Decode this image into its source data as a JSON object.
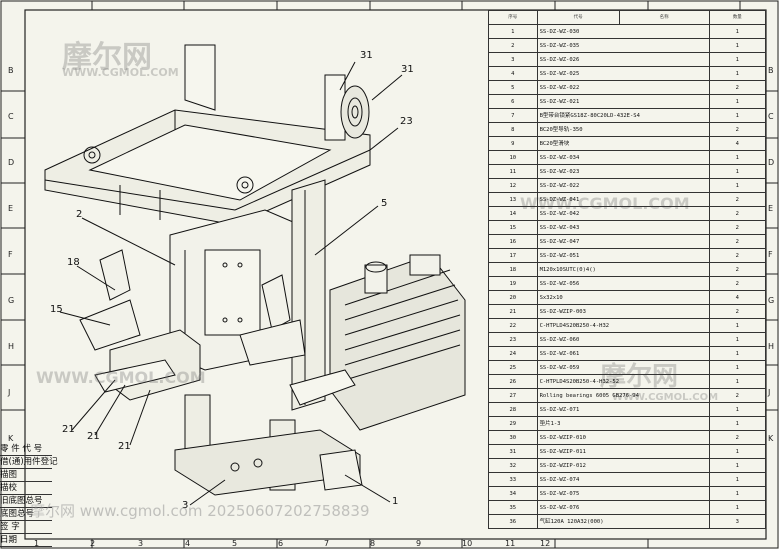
{
  "zones_top": [
    "1",
    "2",
    "3",
    "4",
    "5",
    "6",
    "7",
    "8",
    "9",
    "10",
    "11",
    "12"
  ],
  "zones_side": [
    "B",
    "C",
    "D",
    "E",
    "F",
    "G",
    "H",
    "J",
    "K"
  ],
  "callouts": [
    "31",
    "31",
    "23",
    "2",
    "5",
    "18",
    "15",
    "21",
    "21",
    "21",
    "3",
    "1"
  ],
  "title_block": [
    "零 件 代 号",
    "借(通)用件登记",
    "描图",
    "描校",
    "旧底图总号",
    "底图总号",
    "签 字",
    "日期"
  ],
  "watermarks": {
    "logo": "摩尔网",
    "site": "WWW.CGMOL.COM",
    "footer": "摩尔网  www.cgmol.com  20250607202758839"
  },
  "bom": {
    "header": [
      "序号",
      "代号",
      "名称",
      "数量"
    ],
    "rows": [
      [
        "1",
        "SS-DZ-WZ-030",
        "1"
      ],
      [
        "2",
        "SS-DZ-WZ-035",
        "1"
      ],
      [
        "3",
        "SS-DZ-WZ-026",
        "1"
      ],
      [
        "4",
        "SS-DZ-WZ-025",
        "1"
      ],
      [
        "5",
        "SS-DZ-WZ-022",
        "2"
      ],
      [
        "6",
        "SS-DZ-WZ-021",
        "1"
      ],
      [
        "7",
        "B型带台锁紧GS18Z-80C20LD-432E-S4",
        "1"
      ],
      [
        "8",
        "BC20型导轨-350",
        "2"
      ],
      [
        "9",
        "BC20型滑块",
        "4"
      ],
      [
        "10",
        "SS-DZ-WZ-034",
        "1"
      ],
      [
        "11",
        "SS-DZ-WZ-023",
        "1"
      ],
      [
        "12",
        "SS-DZ-WZ-022",
        "1"
      ],
      [
        "13",
        "SS-DZ-WZ-041",
        "2"
      ],
      [
        "14",
        "SS-DZ-WZ-042",
        "2"
      ],
      [
        "15",
        "SS-DZ-WZ-043",
        "2"
      ],
      [
        "16",
        "SS-DZ-WZ-047",
        "2"
      ],
      [
        "17",
        "SS-DZ-WZ-051",
        "2"
      ],
      [
        "18",
        "M120x10SUTC(0)4()",
        "2"
      ],
      [
        "19",
        "SS-DZ-WZ-056",
        "2"
      ],
      [
        "20",
        "Sx32x10",
        "4"
      ],
      [
        "21",
        "SS-DZ-WZIP-003",
        "2"
      ],
      [
        "22",
        "C-HTPLD4S20B250-4-H32",
        "1"
      ],
      [
        "23",
        "SS-DZ-WZ-060",
        "1"
      ],
      [
        "24",
        "SS-DZ-WZ-061",
        "1"
      ],
      [
        "25",
        "SS-DZ-WZ-059",
        "1"
      ],
      [
        "26",
        "C-HTPLD4S20B250-4-H32-52",
        "1"
      ],
      [
        "27",
        "Rolling bearings 6005 GB276-94",
        "2"
      ],
      [
        "28",
        "SS-DZ-WZ-071",
        "1"
      ],
      [
        "29",
        "垫片1-3",
        "1"
      ],
      [
        "30",
        "SS-DZ-WZIP-010",
        "2"
      ],
      [
        "31",
        "SS-DZ-WZIP-011",
        "1"
      ],
      [
        "32",
        "SS-DZ-WZIP-012",
        "1"
      ],
      [
        "33",
        "SS-DZ-WZ-074",
        "1"
      ],
      [
        "34",
        "SS-DZ-WZ-075",
        "1"
      ],
      [
        "35",
        "SS-DZ-WZ-076",
        "1"
      ],
      [
        "36",
        "气缸120A 120A32(000)",
        "3"
      ]
    ]
  }
}
